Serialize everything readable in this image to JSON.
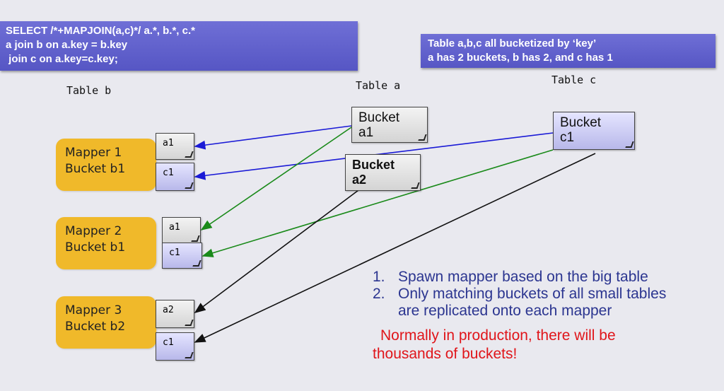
{
  "sql_banner": {
    "lines": [
      "SELECT /*+MAPJOIN(a,c)*/ a.*, b.*, c.*",
      "a join b on a.key = b.key",
      " join c on a.key=c.key;"
    ]
  },
  "note_banner": {
    "lines": [
      "Table a,b,c all bucketized by ‘key’",
      "a has 2 buckets, b has 2, and c has 1"
    ]
  },
  "table_labels": {
    "b": "Table b",
    "a": "Table a",
    "c": "Table c"
  },
  "mappers": [
    {
      "line1": "Mapper 1",
      "line2": "Bucket b1"
    },
    {
      "line1": "Mapper 2",
      "line2": "Bucket b1"
    },
    {
      "line1": "Mapper 3",
      "line2": "Bucket b2"
    }
  ],
  "mapper_buckets": [
    {
      "label": "a1",
      "color": "gray"
    },
    {
      "label": "c1",
      "color": "blue"
    },
    {
      "label": "a1",
      "color": "gray"
    },
    {
      "label": "c1",
      "color": "blue"
    },
    {
      "label": "a2",
      "color": "gray"
    },
    {
      "label": "c1",
      "color": "blue"
    }
  ],
  "source_buckets": {
    "a1": {
      "line1": "Bucket",
      "line2": "a1"
    },
    "a2": {
      "line1": "Bucket",
      "line2": "a2"
    },
    "c1": {
      "line1": "Bucket",
      "line2": "c1"
    }
  },
  "steps": [
    {
      "num": "1.",
      "text": "Spawn mapper based on the big table"
    },
    {
      "num": "2.",
      "text": "Only matching buckets of all small tables"
    },
    {
      "num": "",
      "text": "are  replicated onto each mapper"
    }
  ],
  "warning": {
    "line1": "Normally in production, there will be",
    "line2": "thousands of buckets!"
  },
  "colors": {
    "arrow_blue": "#1a1ad6",
    "arrow_green": "#1a8a1a",
    "arrow_black": "#111111"
  }
}
